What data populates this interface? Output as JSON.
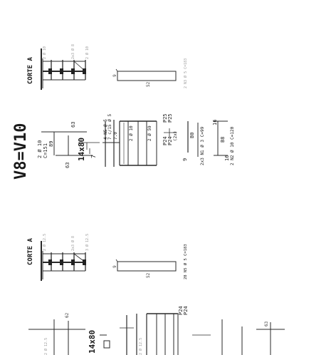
{
  "drawing": {
    "main_title": "V8=V10",
    "section_label_a": "CORTE A",
    "section_label_b": "CORTE A",
    "upper": {
      "bars_top": "2 Ø 10",
      "stirrups_text": "2x3 Ø 8",
      "bars_bottom": "2 Ø 10",
      "stirrup_dim": "52",
      "stirrup_hook": "9",
      "stirrup_note": "2 N3 Ø 5 C=183",
      "beam_top_bar": "2 Ø 10",
      "beam_top_c": "C=151",
      "beam_top_len": "89",
      "beam_section": "14x80",
      "beam_dim_63a": "63",
      "beam_dim_63b": "63",
      "beam_dim_7": "7",
      "stirrup_group_1": "4 N5 Ø 5",
      "stirrup_group_2": "7 c/15 Ø 5",
      "stirrup_group_3": "7.0",
      "stirrup_seg_a": "2 Ø 10",
      "stirrup_seg_b": "2 Ø 59",
      "pillar_p25": "P25",
      "pillar_p25b": "P25",
      "pillar_p24": "P24",
      "pillar_p24b": "P24",
      "pillar_note": "(2x)",
      "lower_bar_label": "B0",
      "lower_bar_note": "2x3 N1 Ø 3 C=99",
      "lower_bar_9": "9",
      "lower_bar_b8": "B8",
      "lower_bar_16a": "16",
      "lower_bar_16b": "16",
      "lower_bar_n2": "2 N2 Ø 10 C=120"
    },
    "lower": {
      "bars_top": "2 Ø 12.5",
      "stirrups_text": "2x3 Ø 8",
      "bars_bottom": "3 Ø 12.5",
      "stirrup_dim": "52",
      "stirrup_hook": "9",
      "stirrup_note": "28 N5 Ø 5 C=183",
      "pillar_p24": "P24",
      "pillar_p24b": "P24",
      "beam_section": "14x80",
      "beam_dim_12_5": "2 Ø 12.5",
      "beam_dim_12_5b": "2 Ø 12.5",
      "beam_dim_62": "62",
      "beam_dim_63": "63"
    }
  }
}
